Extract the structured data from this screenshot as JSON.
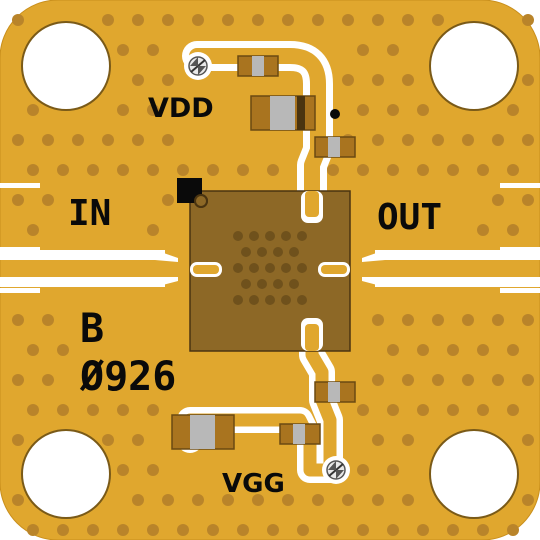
{
  "board": {
    "colors": {
      "substrate": "#e0a72e",
      "substrate_edge": "#c98f1c",
      "via": "#b9842a",
      "trace": "#ffffff",
      "chip": "#8d6826",
      "chip_border": "#4a3410",
      "chip_via": "#6f511c",
      "silk": "#0a0a0a",
      "cap_gray": "#b8b8b8",
      "cap_body": "#a9741f"
    },
    "labels": {
      "vdd": "VDD",
      "in": "IN",
      "out": "OUT",
      "vgg": "VGG",
      "rev": "B",
      "date": "Ø926"
    },
    "icons": {
      "pin1": "square-marker",
      "vdd_pad": "screw-pad-icon",
      "vgg_pad": "screw-pad-icon",
      "mount_holes": "mounting-hole"
    }
  }
}
